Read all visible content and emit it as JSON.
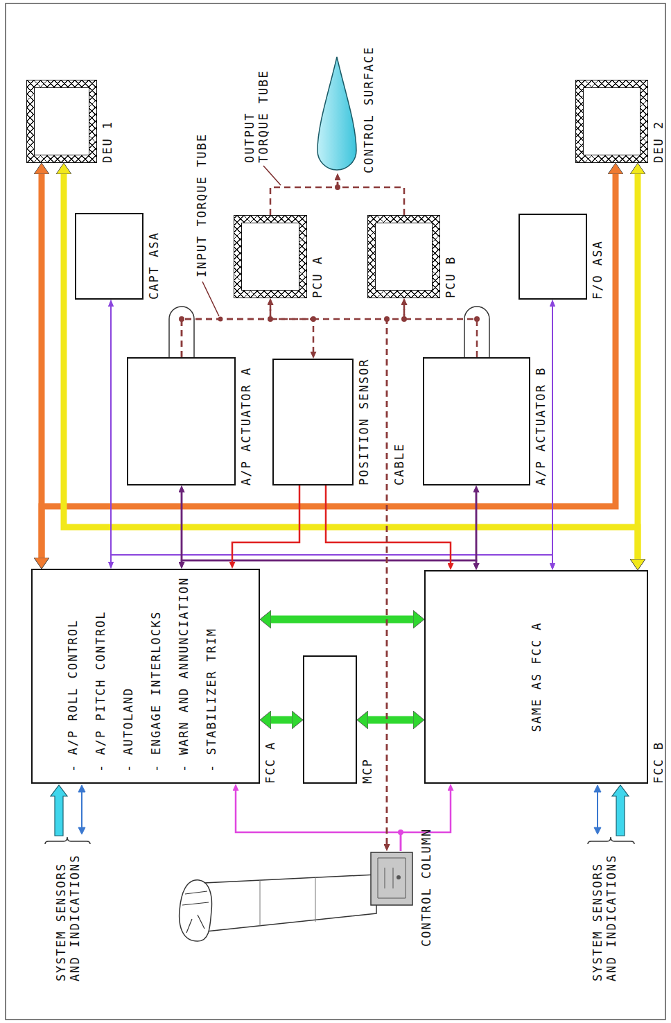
{
  "diagram": {
    "nodes": [
      {
        "text": [
          "DEU 1"
        ]
      },
      {
        "text": [
          "CAPT ASA"
        ]
      },
      {
        "text": [
          "PCU A"
        ]
      },
      {
        "text": [
          "PCU B"
        ]
      },
      {
        "text": [
          "CONTROL SURFACE"
        ]
      },
      {
        "text": [
          "F/O ASA"
        ]
      },
      {
        "text": [
          "DEU 2"
        ]
      },
      {
        "text": [
          "A/P ACTUATOR A"
        ]
      },
      {
        "text": [
          "POSITION SENSOR"
        ]
      },
      {
        "text": [
          "A/P ACTUATOR B"
        ]
      },
      {
        "text": [
          "- A/P ROLL CONTROL",
          "- A/P PITCH CONTROL",
          "- AUTOLAND",
          "- ENGAGE INTERLOCKS",
          "- WARN AND ANNUNCIATION",
          "- STABILIZER TRIM",
          "FCC A"
        ]
      },
      {
        "text": [
          "MCP"
        ]
      },
      {
        "text": [
          "SAME AS FCC A",
          "FCC B"
        ]
      },
      {
        "text": [
          "CONTROL COLUMN"
        ]
      }
    ],
    "edges": [
      {
        "from": 0,
        "to": 10,
        "arrow": "both"
      },
      {
        "from": 6,
        "to": 10,
        "arrow": "both"
      },
      {
        "from": 0,
        "to": 12,
        "arrow": "both"
      },
      {
        "from": 6,
        "to": 12,
        "arrow": "both"
      },
      {
        "from": 1,
        "to": 10,
        "arrow": "both"
      },
      {
        "from": 1,
        "to": 12,
        "arrow": "both"
      },
      {
        "from": 5,
        "to": 12,
        "arrow": "both"
      },
      {
        "from": 5,
        "to": 10,
        "arrow": "both"
      },
      {
        "from": 7,
        "to": 10,
        "arrow": "both"
      },
      {
        "from": 7,
        "to": 12,
        "arrow": "both"
      },
      {
        "from": 9,
        "to": 12,
        "arrow": "both"
      },
      {
        "from": 9,
        "to": 10,
        "arrow": "both"
      },
      {
        "from": 8,
        "to": 10,
        "arrow": "to"
      },
      {
        "from": 8,
        "to": 12,
        "arrow": "to"
      },
      {
        "from": 10,
        "to": 12,
        "arrow": "both"
      },
      {
        "from": 10,
        "to": 11,
        "arrow": "both"
      },
      {
        "from": 11,
        "to": 12,
        "arrow": "both"
      },
      {
        "from": 13,
        "to": 10,
        "arrow": "to"
      },
      {
        "from": 13,
        "to": 12,
        "arrow": "to"
      },
      {
        "from": 7,
        "to": 2,
        "arrow": "to"
      },
      {
        "from": 9,
        "to": 3,
        "arrow": "to"
      },
      {
        "from": 7,
        "to": 8,
        "arrow": "to"
      },
      {
        "from": 13,
        "to": 2,
        "arrow": "both"
      },
      {
        "from": 13,
        "to": 3,
        "arrow": "both"
      },
      {
        "from": 2,
        "to": 4,
        "arrow": "to"
      },
      {
        "from": 3,
        "to": 4,
        "arrow": "to"
      }
    ],
    "labels": [
      "INPUT TORQUE TUBE",
      "OUTPUT TORQUE TUBE",
      "CABLE",
      "SYSTEM SENSORS AND INDICATIONS",
      "SYSTEM SENSORS AND INDICATIONS"
    ]
  }
}
